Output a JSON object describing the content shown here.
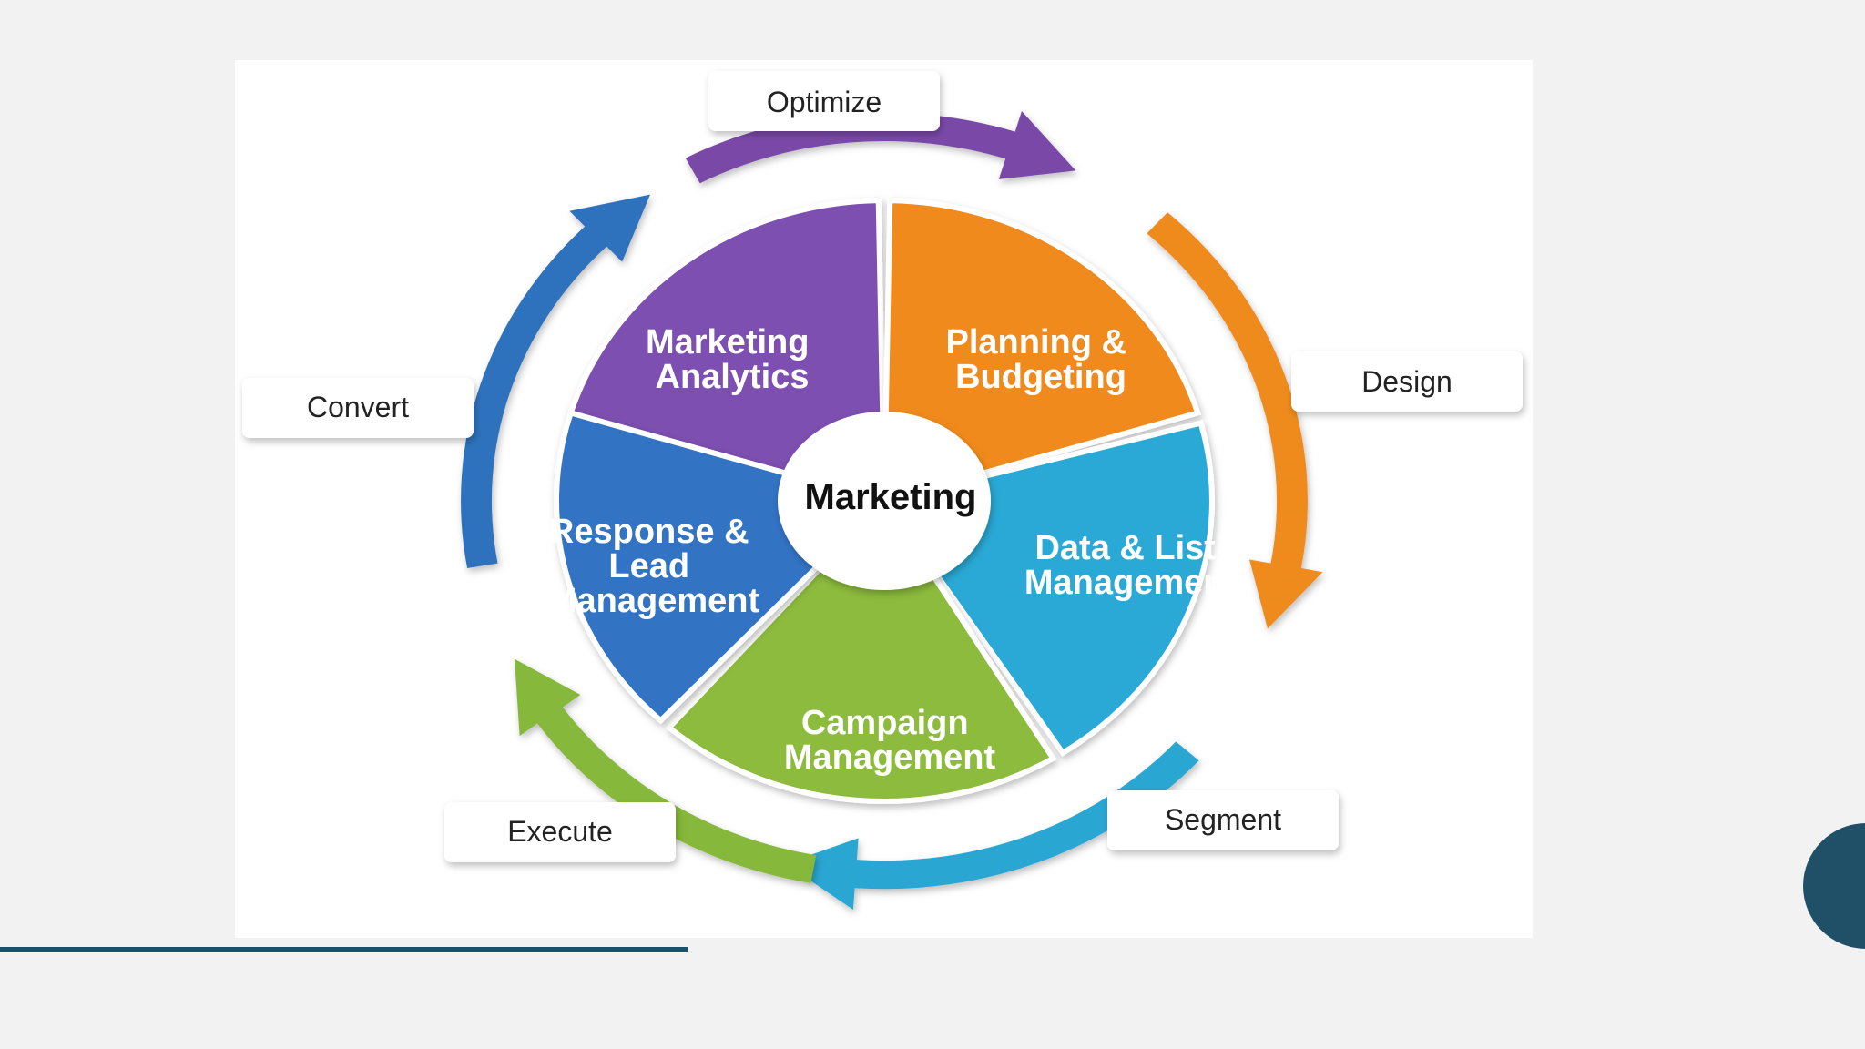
{
  "diagram": {
    "center": "Marketing",
    "segments": [
      {
        "lines": [
          "Marketing",
          "Analytics"
        ],
        "color": "#7c4fb0"
      },
      {
        "lines": [
          "Planning &",
          "Budgeting"
        ],
        "color": "#f08a1e"
      },
      {
        "lines": [
          "Data & List",
          "Management"
        ],
        "color": "#2aa9d6"
      },
      {
        "lines": [
          "Campaign",
          "Management"
        ],
        "color": "#8cbb3c"
      },
      {
        "lines": [
          "Response &",
          "Lead",
          "Management"
        ],
        "color": "#3273c4"
      }
    ],
    "stages": {
      "optimize": "Optimize",
      "design": "Design",
      "segment": "Segment",
      "execute": "Execute",
      "convert": "Convert"
    },
    "arrow_colors": {
      "optimize": "#7a4aa8",
      "design": "#ee8b1f",
      "segment": "#29a6d3",
      "execute": "#86b83a",
      "convert": "#2f72bd"
    }
  },
  "theme": {
    "accent": "#1f4e6b",
    "background": "#f2f2f3"
  }
}
